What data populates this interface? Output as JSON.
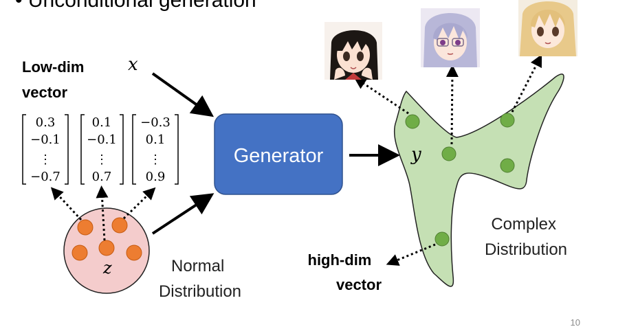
{
  "slide": {
    "header": "• Unconditional generation",
    "page_number": "10"
  },
  "lowdim_label": [
    "Low-dim",
    "vector"
  ],
  "x_symbol": "x",
  "vectors": [
    [
      "0.3",
      "−0.1",
      "⋮",
      "−0.7"
    ],
    [
      "0.1",
      "−0.1",
      "⋮",
      "0.7"
    ],
    [
      "−0.3",
      "0.1",
      "⋮",
      "0.9"
    ]
  ],
  "z_symbol": "z",
  "normal_label": [
    "Normal",
    "Distribution"
  ],
  "generator_label": "Generator",
  "y_symbol": "y",
  "complex_label": [
    "Complex",
    "Distribution"
  ],
  "highdim_label": [
    "high-dim",
    "vector"
  ],
  "colors": {
    "generator_fill": "#4472c4",
    "generator_stroke": "#2f528f",
    "blob_fill": "#c5e0b4",
    "green_dot": "#70ad47",
    "normal_fill": "#f4cccc",
    "orange_dot": "#ed7d31"
  },
  "icons": [
    "anime-face-icon",
    "anime-face-icon",
    "anime-face-icon"
  ]
}
